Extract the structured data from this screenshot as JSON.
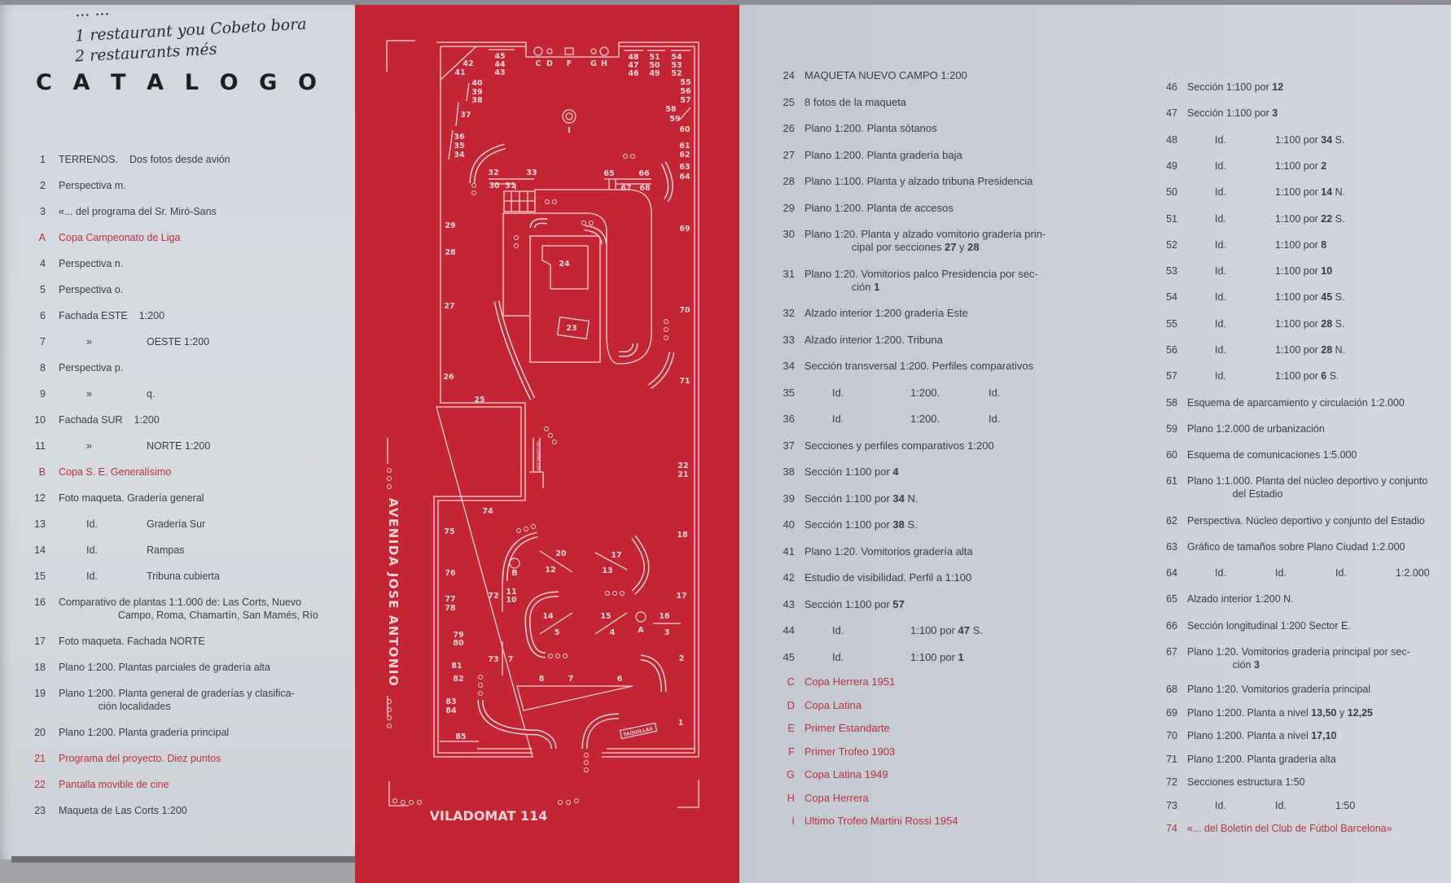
{
  "handwriting": [
    "... ...",
    "1 restaurant you Cobeto bora",
    "2 restaurants més"
  ],
  "title_letters": [
    "C",
    "A",
    "T",
    "A",
    "L",
    "O",
    "G",
    "O"
  ],
  "left_items": [
    {
      "n": "1",
      "cols": [
        [
          "TERRENOS."
        ],
        [
          "Dos fotos desde avión"
        ]
      ]
    },
    {
      "n": "2",
      "cols": [
        [
          "Perspectiva m."
        ]
      ]
    },
    {
      "n": "3",
      "cols": [
        [
          "«... del programa del Sr. Miró-Sans"
        ]
      ]
    },
    {
      "n": "A",
      "red": true,
      "cols": [
        [
          "Copa Campeonato de Liga"
        ]
      ]
    },
    {
      "n": "4",
      "cols": [
        [
          "Perspectiva n."
        ]
      ]
    },
    {
      "n": "5",
      "cols": [
        [
          "Perspectiva o."
        ]
      ]
    },
    {
      "n": "6",
      "cols": [
        [
          "Fachada ESTE"
        ],
        [
          "1:200"
        ]
      ]
    },
    {
      "n": "7",
      "cols": [
        [
          "»"
        ],
        [
          "OESTE 1:200"
        ]
      ]
    },
    {
      "n": "8",
      "cols": [
        [
          "Perspectiva p."
        ]
      ]
    },
    {
      "n": "9",
      "cols": [
        [
          "»"
        ],
        [
          "q."
        ]
      ]
    },
    {
      "n": "10",
      "cols": [
        [
          "Fachada SUR"
        ],
        [
          "1:200"
        ]
      ]
    },
    {
      "n": "11",
      "cols": [
        [
          "»"
        ],
        [
          "NORTE 1:200"
        ]
      ]
    },
    {
      "n": "B",
      "red": true,
      "cols": [
        [
          "Copa S. E. Generalísimo"
        ]
      ]
    },
    {
      "n": "12",
      "cols": [
        [
          "Foto maqueta. Gradería general"
        ]
      ]
    },
    {
      "n": "13",
      "cols": [
        [
          "Id."
        ],
        [
          "Gradería Sur"
        ]
      ]
    },
    {
      "n": "14",
      "cols": [
        [
          "Id."
        ],
        [
          "Rampas"
        ]
      ]
    },
    {
      "n": "15",
      "cols": [
        [
          "Id."
        ],
        [
          "Tribuna cubierta"
        ]
      ]
    },
    {
      "n": "16",
      "cols": [
        [
          "Comparativo de plantas 1:1.000 de: Las Corts, Nuevo\n                     Campo, Roma, Chamartín, San Mamés, Río"
        ]
      ]
    },
    {
      "n": "17",
      "cols": [
        [
          "Foto maqueta. Fachada NORTE"
        ]
      ]
    },
    {
      "n": "18",
      "cols": [
        [
          "Plano 1:200. Plantas parciales de gradería alta"
        ]
      ]
    },
    {
      "n": "19",
      "cols": [
        [
          "Plano 1:200. Planta general de graderías y clasifica-\n              ción localidades"
        ]
      ]
    },
    {
      "n": "20",
      "cols": [
        [
          "Plano 1:200. Planta gradería principal"
        ]
      ]
    },
    {
      "n": "21",
      "red": true,
      "cols": [
        [
          "Programa del proyecto. Diez puntos"
        ]
      ]
    },
    {
      "n": "22",
      "red": true,
      "cols": [
        [
          "Pantalla movible de cine"
        ]
      ]
    },
    {
      "n": "23",
      "cols": [
        [
          "Maqueta de Las Corts 1:200"
        ]
      ]
    }
  ],
  "mid_items": [
    {
      "n": "24",
      "cols": [
        [
          "MAQUETA NUEVO CAMPO 1:200"
        ]
      ]
    },
    {
      "n": "25",
      "cols": [
        [
          "8 fotos de la maqueta"
        ]
      ]
    },
    {
      "n": "26",
      "cols": [
        [
          "Plano 1:200. Planta sótanos"
        ]
      ]
    },
    {
      "n": "27",
      "cols": [
        [
          "Plano 1:200. Planta gradería baja"
        ]
      ]
    },
    {
      "n": "28",
      "cols": [
        [
          "Plano 1:100. Planta y alzado tribuna Presidencia"
        ]
      ]
    },
    {
      "n": "29",
      "cols": [
        [
          "Plano 1:200. Planta de accesos"
        ]
      ]
    },
    {
      "n": "30",
      "cols": [
        [
          "Plano 1:20. Planta y alzado vomitorio gradería prin-\n                cipal por secciones ",
          {
            "b": "27"
          },
          " y ",
          {
            "b": "28"
          }
        ]
      ]
    },
    {
      "n": "31",
      "cols": [
        [
          "Plano 1:20. Vomitorios palco Presidencia por sec-\n                ción ",
          {
            "b": "1"
          }
        ]
      ]
    },
    {
      "n": "32",
      "cols": [
        [
          "Alzado interior 1:200 gradería Este"
        ]
      ]
    },
    {
      "n": "33",
      "cols": [
        [
          "Alzado interior 1:200. Tribuna"
        ]
      ]
    },
    {
      "n": "34",
      "cols": [
        [
          "Sección transversal 1:200. Perfiles comparativos"
        ]
      ]
    },
    {
      "n": "35",
      "cols": [
        [
          "Id."
        ],
        [
          "1:200."
        ],
        [
          "Id."
        ]
      ]
    },
    {
      "n": "36",
      "cols": [
        [
          "Id."
        ],
        [
          "1:200."
        ],
        [
          "Id."
        ]
      ]
    },
    {
      "n": "37",
      "cols": [
        [
          "Secciones y perfiles comparativos 1:200"
        ]
      ]
    },
    {
      "n": "38",
      "cols": [
        [
          "Sección 1:100 por ",
          {
            "b": "4"
          }
        ]
      ]
    },
    {
      "n": "39",
      "cols": [
        [
          "Sección 1:100 por ",
          {
            "b": "34"
          },
          " N."
        ]
      ]
    },
    {
      "n": "40",
      "cols": [
        [
          "Sección 1:100 por ",
          {
            "b": "38"
          },
          " S."
        ]
      ]
    },
    {
      "n": "41",
      "cols": [
        [
          "Plano 1:20. Vomitorios gradería alta"
        ]
      ]
    },
    {
      "n": "42",
      "cols": [
        [
          "Estudio de visibilidad. Perfil a 1:100"
        ]
      ]
    },
    {
      "n": "43",
      "cols": [
        [
          "Sección 1:100 por ",
          {
            "b": "57"
          }
        ]
      ]
    },
    {
      "n": "44",
      "cols": [
        [
          "Id."
        ],
        [
          "1:100 por ",
          {
            "b": "47"
          },
          " S."
        ]
      ]
    },
    {
      "n": "45",
      "cols": [
        [
          "Id."
        ],
        [
          "1:100 por ",
          {
            "b": "1"
          }
        ]
      ]
    },
    {
      "n": "C",
      "red": true,
      "cols": [
        [
          "Copa Herrera 1951"
        ]
      ]
    },
    {
      "n": "D",
      "red": true,
      "cols": [
        [
          "Copa Latina"
        ]
      ]
    },
    {
      "n": "E",
      "red": true,
      "cols": [
        [
          "Primer Estandarte"
        ]
      ]
    },
    {
      "n": "F",
      "red": true,
      "cols": [
        [
          "Primer Trofeo 1903"
        ]
      ]
    },
    {
      "n": "G",
      "red": true,
      "cols": [
        [
          "Copa Latina 1949"
        ]
      ]
    },
    {
      "n": "H",
      "red": true,
      "cols": [
        [
          "Copa Herrera"
        ]
      ]
    },
    {
      "n": "I",
      "red": true,
      "cols": [
        [
          "Ultimo Trofeo Martini Rossi 1954"
        ]
      ]
    }
  ],
  "right_items": [
    {
      "n": "46",
      "cols": [
        [
          "Sección 1:100 por ",
          {
            "b": "12"
          }
        ]
      ]
    },
    {
      "n": "47",
      "cols": [
        [
          "Sección 1:100 por ",
          {
            "b": "3"
          }
        ]
      ]
    },
    {
      "n": "48",
      "cols": [
        [
          "Id."
        ],
        [
          "1:100 por ",
          {
            "b": "34"
          },
          " S."
        ]
      ]
    },
    {
      "n": "49",
      "cols": [
        [
          "Id."
        ],
        [
          "1:100 por ",
          {
            "b": "2"
          }
        ]
      ]
    },
    {
      "n": "50",
      "cols": [
        [
          "Id."
        ],
        [
          "1:100 por ",
          {
            "b": "14"
          },
          " N."
        ]
      ]
    },
    {
      "n": "51",
      "cols": [
        [
          "Id."
        ],
        [
          "1:100 por ",
          {
            "b": "22"
          },
          " S."
        ]
      ]
    },
    {
      "n": "52",
      "cols": [
        [
          "Id."
        ],
        [
          "1:100 por ",
          {
            "b": "8"
          }
        ]
      ]
    },
    {
      "n": "53",
      "cols": [
        [
          "Id."
        ],
        [
          "1:100 por ",
          {
            "b": "10"
          }
        ]
      ]
    },
    {
      "n": "54",
      "cols": [
        [
          "Id."
        ],
        [
          "1:100 por ",
          {
            "b": "45"
          },
          " S."
        ]
      ]
    },
    {
      "n": "55",
      "cols": [
        [
          "Id."
        ],
        [
          "1:100 por ",
          {
            "b": "28"
          },
          " S."
        ]
      ]
    },
    {
      "n": "56",
      "cols": [
        [
          "Id."
        ],
        [
          "1:100 por ",
          {
            "b": "28"
          },
          " N."
        ]
      ]
    },
    {
      "n": "57",
      "cols": [
        [
          "Id."
        ],
        [
          "1:100 por ",
          {
            "b": "6"
          },
          " S."
        ]
      ]
    },
    {
      "n": "58",
      "cols": [
        [
          "Esquema de aparcamiento y circulación 1:2.000"
        ]
      ]
    },
    {
      "n": "59",
      "cols": [
        [
          "Plano 1:2.000 de urbanización"
        ]
      ]
    },
    {
      "n": "60",
      "cols": [
        [
          "Esquema de comunicaciones 1:5.000"
        ]
      ]
    },
    {
      "n": "61",
      "cols": [
        [
          "Plano 1:1.000. Planta del núcleo deportivo y conjunto\n                del Estadio"
        ]
      ]
    },
    {
      "n": "62",
      "cols": [
        [
          "Perspectiva. Núcleo deportivo y conjunto del Estadio"
        ]
      ]
    },
    {
      "n": "63",
      "cols": [
        [
          "Gráfico de tamaños sobre Plano Ciudad 1:2.000"
        ]
      ]
    },
    {
      "n": "64",
      "cols": [
        [
          "Id."
        ],
        [
          "Id."
        ],
        [
          "Id."
        ],
        [
          "1:2.000"
        ]
      ]
    },
    {
      "n": "65",
      "cols": [
        [
          "Alzado interior 1:200 N."
        ]
      ]
    },
    {
      "n": "66",
      "cols": [
        [
          "Sección longitudinal 1:200 Sector E."
        ]
      ]
    },
    {
      "n": "67",
      "cols": [
        [
          "Plano 1:20. Vomitorios gradería principal por sec-\n                ción ",
          {
            "b": "3"
          }
        ]
      ]
    },
    {
      "n": "68",
      "cols": [
        [
          "Plano 1:20. Vomitorios gradería principal"
        ]
      ]
    },
    {
      "n": "69",
      "cols": [
        [
          "Plano 1:200. Planta a nivel ",
          {
            "b": "13,50"
          },
          " y ",
          {
            "b": "12,25"
          }
        ]
      ]
    },
    {
      "n": "70",
      "cols": [
        [
          "Plano 1:200. Planta a nivel ",
          {
            "b": "17,10"
          }
        ]
      ]
    },
    {
      "n": "71",
      "cols": [
        [
          "Plano 1:200. Planta gradería alta"
        ]
      ]
    },
    {
      "n": "72",
      "cols": [
        [
          "Secciones estructura 1:50"
        ]
      ]
    },
    {
      "n": "73",
      "cols": [
        [
          "Id."
        ],
        [
          "Id."
        ],
        [
          "1:50"
        ]
      ]
    },
    {
      "n": "74",
      "red": true,
      "cols": [
        [
          "«... del Boletín del Club de Fútbol Barcelona»"
        ]
      ]
    }
  ],
  "plan": {
    "street_side": "AVENIDA JOSE ANTONIO",
    "street_bottom": "VILADOMAT 114",
    "info_label": "INFORMACION",
    "ticket_label": "TAQUILLAS",
    "labels": [
      "45",
      "44",
      "43",
      "42",
      "41",
      "C",
      "D",
      "F",
      "G",
      "H",
      "48",
      "47",
      "46",
      "51",
      "50",
      "49",
      "54",
      "53",
      "52",
      "55",
      "56",
      "57",
      "58",
      "59",
      "60",
      "61",
      "62",
      "63",
      "64",
      "40",
      "39",
      "38",
      "37",
      "36",
      "35",
      "34",
      "I",
      "32",
      "33",
      "30",
      "31",
      "65",
      "66",
      "67",
      "68",
      "29",
      "28",
      "27",
      "26",
      "25",
      "69",
      "70",
      "71",
      "24",
      "23",
      "22",
      "21",
      "74",
      "75",
      "76",
      "77",
      "78",
      "79",
      "80",
      "81",
      "82",
      "83",
      "84",
      "85",
      "18",
      "17",
      "2",
      "B",
      "20",
      "12",
      "17",
      "13",
      "11",
      "10",
      "72",
      "14",
      "5",
      "15",
      "4",
      "A",
      "16",
      "3",
      "73",
      "7",
      "8",
      "7",
      "6",
      "1"
    ],
    "colors": {
      "paper_red": "#c42535",
      "ink": "#f2d4d7",
      "text_red": "#b5323f"
    }
  }
}
